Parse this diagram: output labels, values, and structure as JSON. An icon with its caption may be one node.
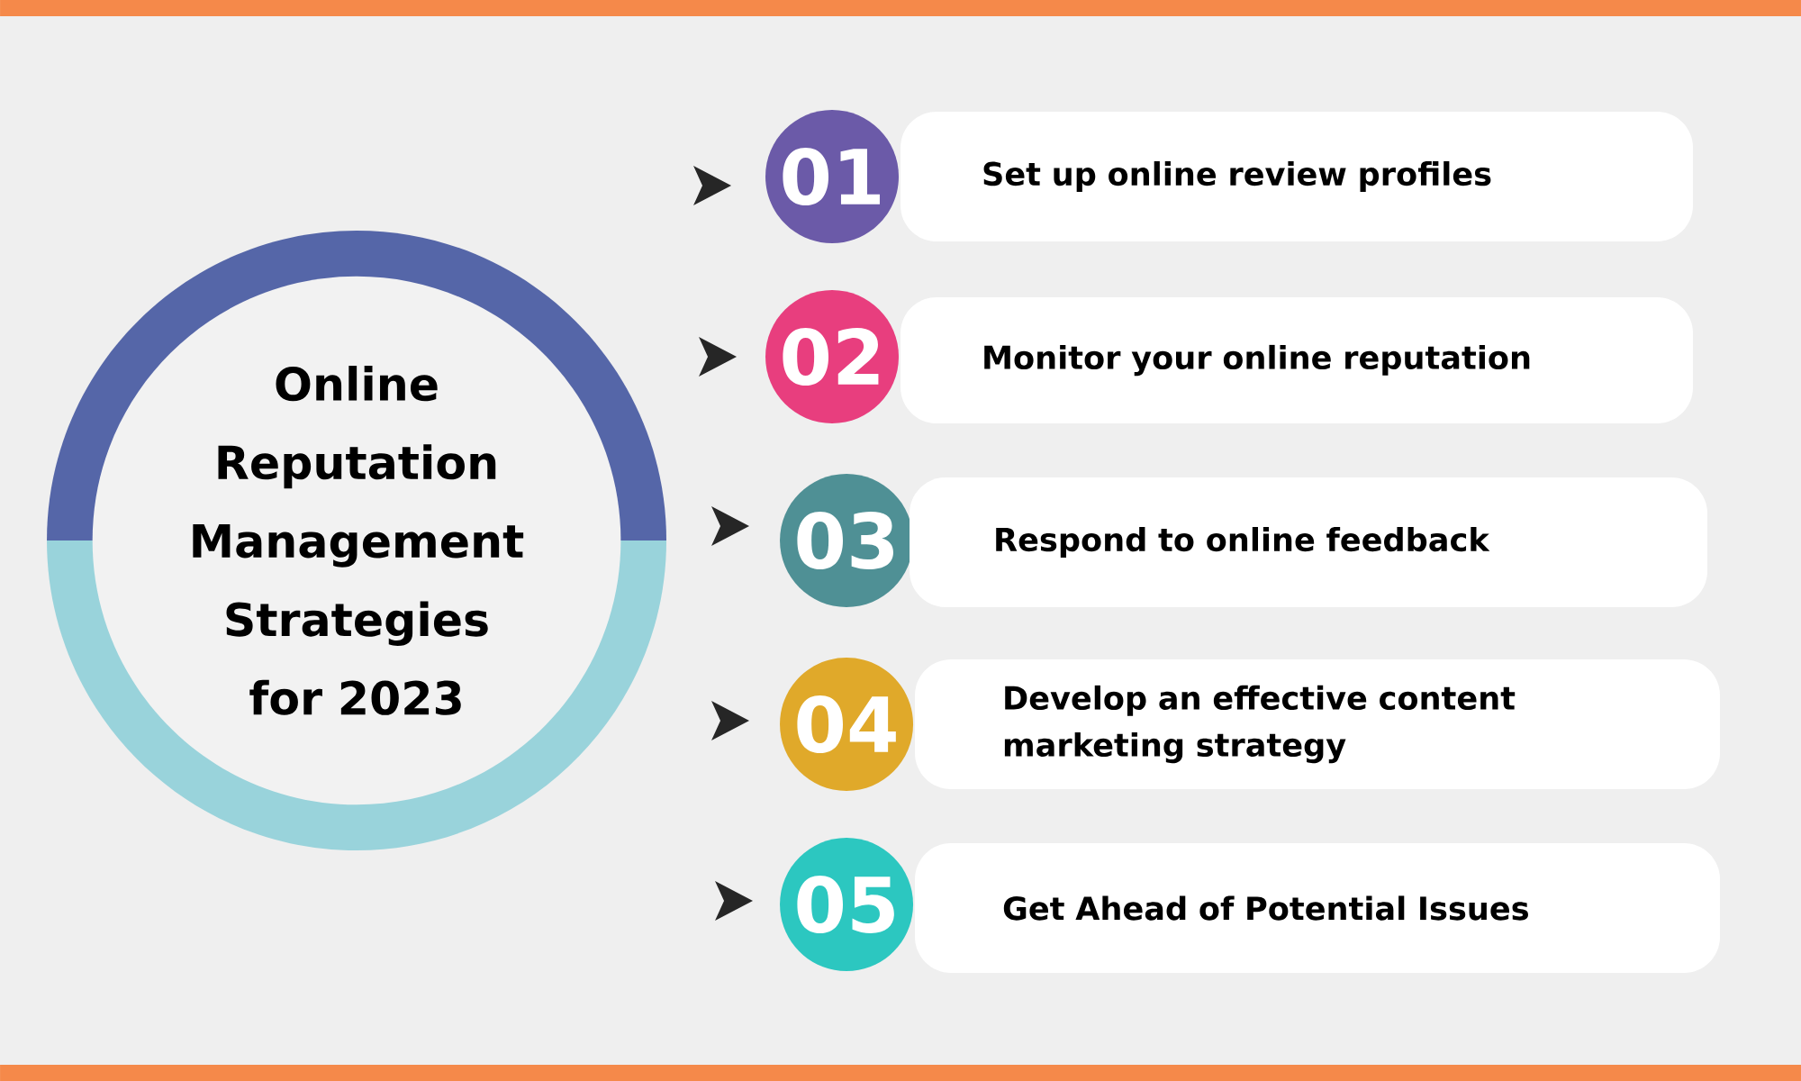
{
  "diagram": {
    "nodes": [
      {
        "text": [
          "Online Reputation Management Strategies for 2023"
        ]
      },
      {
        "text": [
          "01"
        ]
      },
      {
        "text": [
          "Set up online review profiles"
        ]
      },
      {
        "text": [
          "02"
        ]
      },
      {
        "text": [
          "Monitor your online reputation"
        ]
      },
      {
        "text": [
          "03"
        ]
      },
      {
        "text": [
          "Respond to online feedback"
        ]
      },
      {
        "text": [
          "04"
        ]
      },
      {
        "text": [
          "Develop an effective content marketing strategy"
        ]
      },
      {
        "text": [
          "05"
        ]
      },
      {
        "text": [
          "Get Ahead of Potential Issues"
        ]
      }
    ]
  }
}
